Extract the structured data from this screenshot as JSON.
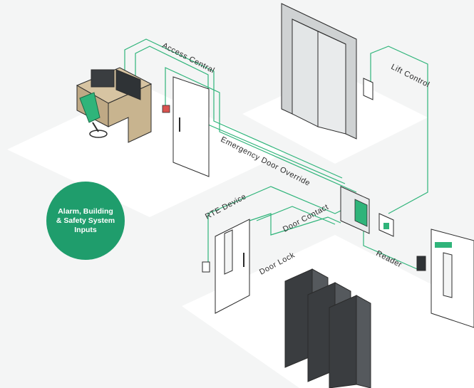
{
  "labels": {
    "access_central": "Access Central",
    "lift_control": "Lift Control",
    "emergency_door_override": "Emergency Door Override",
    "rte_device": "RTE Device",
    "door_contact": "Door Contact",
    "door_lock": "Door Lock",
    "reader": "Reader",
    "alarm_inputs": "Alarm, Building & Safety System Inputs"
  },
  "colors": {
    "wire": "#2fb47a",
    "accent": "#1f9d6c",
    "outline": "#2b2b2b"
  }
}
